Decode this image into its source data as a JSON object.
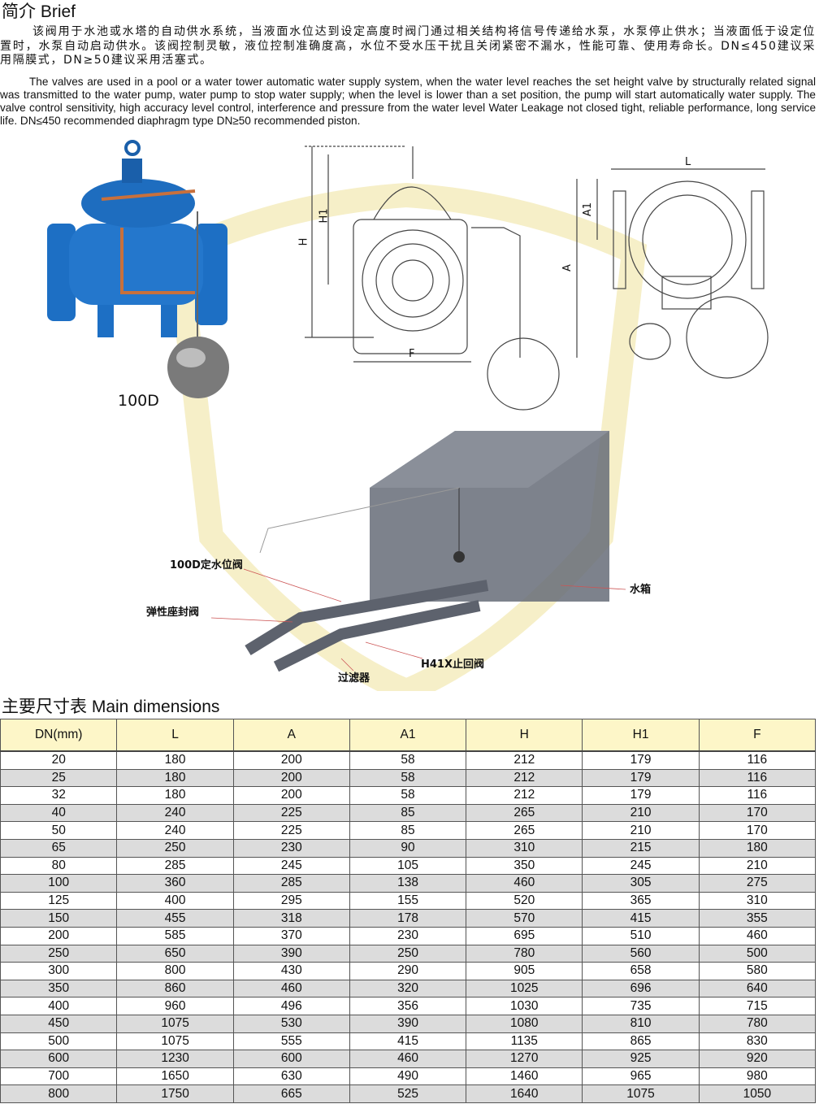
{
  "brief": {
    "title": "简介 Brief",
    "cn_text": "该阀用于水池或水塔的自动供水系统，当液面水位达到设定高度时阀门通过相关结构将信号传递给水泵，水泵停止供水；当液面低于设定位置时，水泵自动启动供水。该阀控制灵敏，液位控制准确度高，水位不受水压干扰且关闭紧密不漏水，性能可靠、使用寿命长。DN≤450建议采用隔膜式，DN≥50建议采用活塞式。",
    "en_text": "The valves are used in a pool or a water tower automatic water supply system, when the water level reaches the set height valve by structurally related signal was transmitted to the water pump, water pump to stop water supply; when the level is lower than a set position, the pump will start automatically water supply. The valve control sensitivity, high accuracy level control, interference and pressure from the water level Water Leakage not closed tight, reliable performance, long service life. DN≤450 recommended diaphragm type DN≥50 recommended piston."
  },
  "figure": {
    "model_label": "100D",
    "dims": {
      "H": "H",
      "H1": "H1",
      "F": "F",
      "L": "L",
      "A1": "A1",
      "A": "A"
    },
    "install_labels": {
      "valve": "100D定水位阀",
      "gate_valve": "弹性座封阀",
      "tank": "水箱",
      "check_valve": "H41X止回阀",
      "filter": "过滤器"
    }
  },
  "dimensions": {
    "title": "主要尺寸表 Main dimensions",
    "columns": [
      "DN(mm)",
      "L",
      "A",
      "A1",
      "H",
      "H1",
      "F"
    ],
    "rows": [
      [
        "20",
        "180",
        "200",
        "58",
        "212",
        "179",
        "116"
      ],
      [
        "25",
        "180",
        "200",
        "58",
        "212",
        "179",
        "116"
      ],
      [
        "32",
        "180",
        "200",
        "58",
        "212",
        "179",
        "116"
      ],
      [
        "40",
        "240",
        "225",
        "85",
        "265",
        "210",
        "170"
      ],
      [
        "50",
        "240",
        "225",
        "85",
        "265",
        "210",
        "170"
      ],
      [
        "65",
        "250",
        "230",
        "90",
        "310",
        "215",
        "180"
      ],
      [
        "80",
        "285",
        "245",
        "105",
        "350",
        "245",
        "210"
      ],
      [
        "100",
        "360",
        "285",
        "138",
        "460",
        "305",
        "275"
      ],
      [
        "125",
        "400",
        "295",
        "155",
        "520",
        "365",
        "310"
      ],
      [
        "150",
        "455",
        "318",
        "178",
        "570",
        "415",
        "355"
      ],
      [
        "200",
        "585",
        "370",
        "230",
        "695",
        "510",
        "460"
      ],
      [
        "250",
        "650",
        "390",
        "250",
        "780",
        "560",
        "500"
      ],
      [
        "300",
        "800",
        "430",
        "290",
        "905",
        "658",
        "580"
      ],
      [
        "350",
        "860",
        "460",
        "320",
        "1025",
        "696",
        "640"
      ],
      [
        "400",
        "960",
        "496",
        "356",
        "1030",
        "735",
        "715"
      ],
      [
        "450",
        "1075",
        "530",
        "390",
        "1080",
        "810",
        "780"
      ],
      [
        "500",
        "1075",
        "555",
        "415",
        "1135",
        "865",
        "830"
      ],
      [
        "600",
        "1230",
        "600",
        "460",
        "1270",
        "925",
        "920"
      ],
      [
        "700",
        "1650",
        "630",
        "490",
        "1460",
        "965",
        "980"
      ],
      [
        "800",
        "1750",
        "665",
        "525",
        "1640",
        "1075",
        "1050"
      ]
    ]
  }
}
